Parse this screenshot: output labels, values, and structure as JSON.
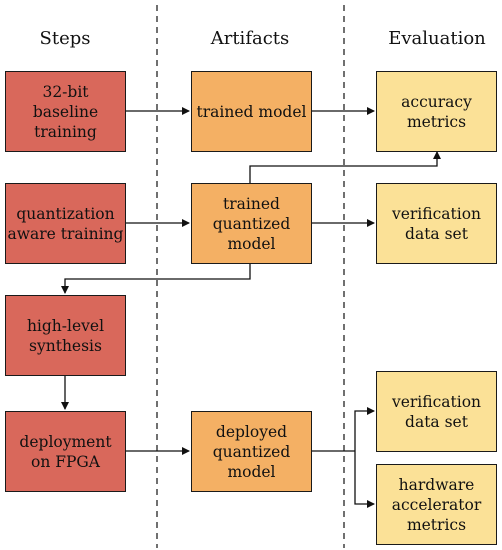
{
  "headers": {
    "steps": "Steps",
    "artifacts": "Artifacts",
    "evaluation": "Evaluation"
  },
  "steps": {
    "baseline": "32-bit\nbaseline\ntraining",
    "qat": "quantization\naware training",
    "hls": "high-level\nsynthesis",
    "deploy": "deployment\non FPGA"
  },
  "artifacts": {
    "trained": "trained model",
    "quantized": "trained\nquantized\nmodel",
    "deployed": "deployed\nquantized\nmodel"
  },
  "evaluation": {
    "accuracy": "accuracy\nmetrics",
    "verif1": "verification\ndata set",
    "verif2": "verification\ndata set",
    "hw": "hardware\naccelerator\nmetrics"
  },
  "colors": {
    "step": "#d9685b",
    "artifact": "#f4b064",
    "evaluation": "#fbe197"
  }
}
